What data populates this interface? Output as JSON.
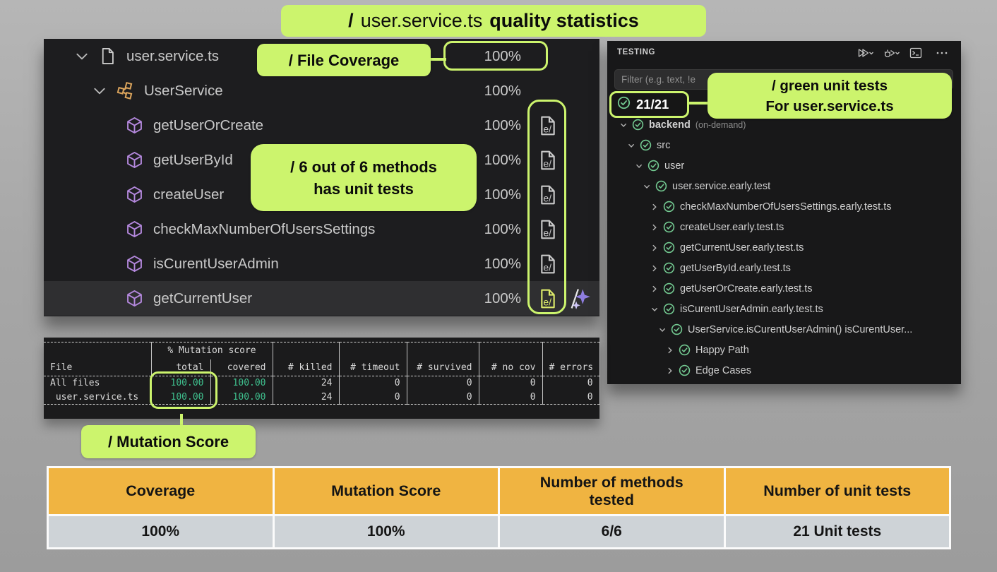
{
  "title": {
    "prefix": "/",
    "file": "user.service.ts",
    "suffix": "quality statistics"
  },
  "annotations": {
    "file_coverage": "/ File Coverage",
    "methods_tested_line1": "/ 6 out of 6  methods",
    "methods_tested_line2": "has unit tests",
    "green_tests_line1": "/ green unit tests",
    "green_tests_line2": "For user.service.ts",
    "mutation_score": "/ Mutation Score"
  },
  "colors": {
    "accent_green": "#ccf46d",
    "test_pass_green": "#73c991",
    "mutation_value_green": "#3fc08e",
    "method_purple": "#b488dd",
    "class_orange": "#dba45c",
    "summary_header_orange": "#f0b441",
    "summary_value_gray": "#ced3d7"
  },
  "coverage_panel": {
    "rows": [
      {
        "type": "file",
        "icon": "file-icon",
        "label": "user.service.ts",
        "value": "100%",
        "expanded": true,
        "highlight_value": true
      },
      {
        "type": "class",
        "icon": "class-icon",
        "label": "UserService",
        "value": "100%",
        "expanded": true
      },
      {
        "type": "method",
        "icon": "method-icon",
        "label": "getUserOrCreate",
        "value": "100%",
        "early_test": true
      },
      {
        "type": "method",
        "icon": "method-icon",
        "label": "getUserById",
        "value": "100%",
        "early_test": true
      },
      {
        "type": "method",
        "icon": "method-icon",
        "label": "createUser",
        "value": "100%",
        "early_test": true
      },
      {
        "type": "method",
        "icon": "method-icon",
        "label": "checkMaxNumberOfUsersSettings",
        "value": "100%",
        "early_test": true
      },
      {
        "type": "method",
        "icon": "method-icon",
        "label": "isCurentUserAdmin",
        "value": "100%",
        "early_test": true
      },
      {
        "type": "method",
        "icon": "method-icon",
        "label": "getCurrentUser",
        "value": "100%",
        "early_test": true,
        "selected": true,
        "sparkle": true
      }
    ]
  },
  "testing_panel": {
    "title": "TESTING",
    "toolbar": [
      "run-tests",
      "debug-tests",
      "show-output",
      "more-actions"
    ],
    "filter_placeholder": "Filter (e.g. text, !e",
    "badge_count": "21/21",
    "tree": [
      {
        "label": "backend",
        "suffix": "(on-demand)",
        "indent": 0,
        "expanded": true,
        "bold": true
      },
      {
        "label": "src",
        "indent": 1,
        "expanded": true
      },
      {
        "label": "user",
        "indent": 2,
        "expanded": true
      },
      {
        "label": "user.service.early.test",
        "indent": 3,
        "expanded": true
      },
      {
        "label": "checkMaxNumberOfUsersSettings.early.test.ts",
        "indent": 4
      },
      {
        "label": "createUser.early.test.ts",
        "indent": 4
      },
      {
        "label": "getCurrentUser.early.test.ts",
        "indent": 4
      },
      {
        "label": "getUserById.early.test.ts",
        "indent": 4
      },
      {
        "label": "getUserOrCreate.early.test.ts",
        "indent": 4
      },
      {
        "label": "isCurentUserAdmin.early.test.ts",
        "indent": 4,
        "expanded": true
      },
      {
        "label": "UserService.isCurentUserAdmin() isCurentUser...",
        "indent": 5,
        "expanded": true
      },
      {
        "label": "Happy Path",
        "indent": 6
      },
      {
        "label": "Edge Cases",
        "indent": 6
      }
    ]
  },
  "mutation_table": {
    "group_header": "% Mutation score",
    "columns": [
      "File",
      "total",
      "covered",
      "# killed",
      "# timeout",
      "# survived",
      "# no cov",
      "# errors"
    ],
    "rows": [
      {
        "file": "All files",
        "total": "100.00",
        "covered": "100.00",
        "killed": "24",
        "timeout": "0",
        "survived": "0",
        "no_cov": "0",
        "errors": "0"
      },
      {
        "file": " user.service.ts",
        "total": "100.00",
        "covered": "100.00",
        "killed": "24",
        "timeout": "0",
        "survived": "0",
        "no_cov": "0",
        "errors": "0"
      }
    ]
  },
  "summary_table": {
    "headers": [
      "Coverage",
      "Mutation Score",
      "Number of methods tested",
      "Number of unit tests"
    ],
    "values": [
      "100%",
      "100%",
      "6/6",
      "21 Unit tests"
    ]
  }
}
